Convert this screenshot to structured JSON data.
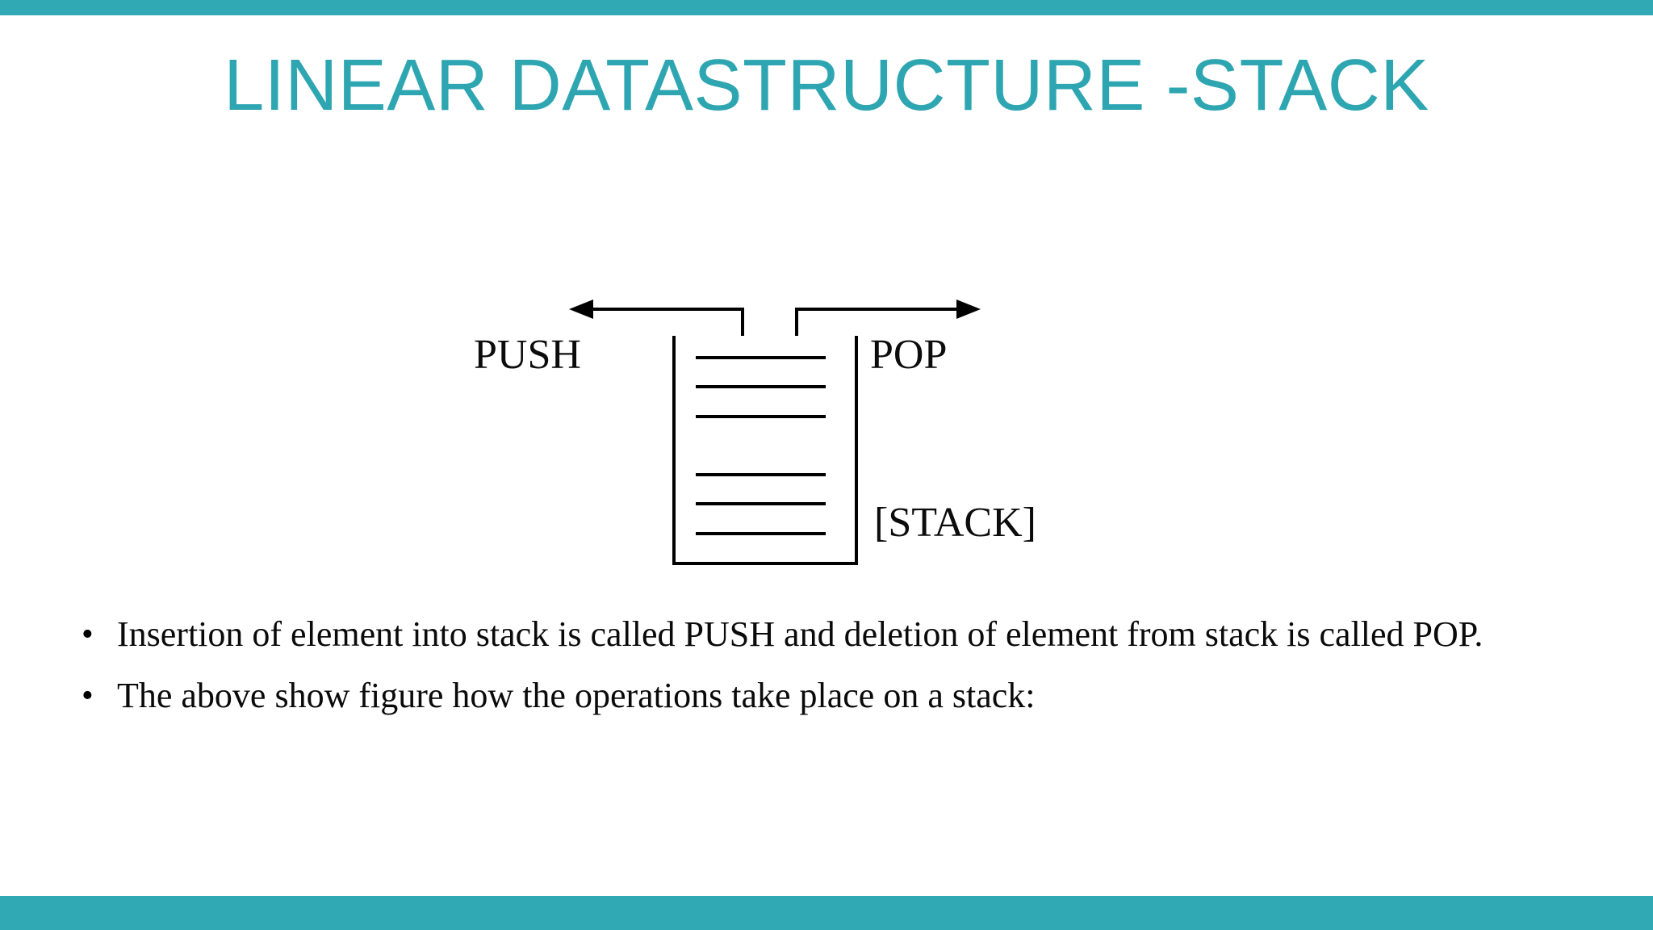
{
  "slide": {
    "title": "LINEAR DATASTRUCTURE -STACK",
    "accent_color": "#31a9b4",
    "title_color": "#2ea6b2",
    "background_color": "#ffffff",
    "text_color": "#0a0a0a"
  },
  "decoration": {
    "top_bar_name": "top-accent-bar",
    "bottom_bar_name": "bottom-accent-bar"
  },
  "diagram": {
    "name": "stack-diagram",
    "push_label": "PUSH",
    "pop_label": "POP",
    "stack_label": "[STACK]",
    "push_arrow_direction": "left",
    "pop_arrow_direction": "right",
    "stack_cell_count": 6,
    "line_color": "#000000"
  },
  "bullets": [
    {
      "marker": "•",
      "text": "Insertion of element into stack is called PUSH and deletion of element from stack is called POP."
    },
    {
      "marker": "•",
      "text": "The above show figure how the operations take place on a stack:"
    }
  ]
}
